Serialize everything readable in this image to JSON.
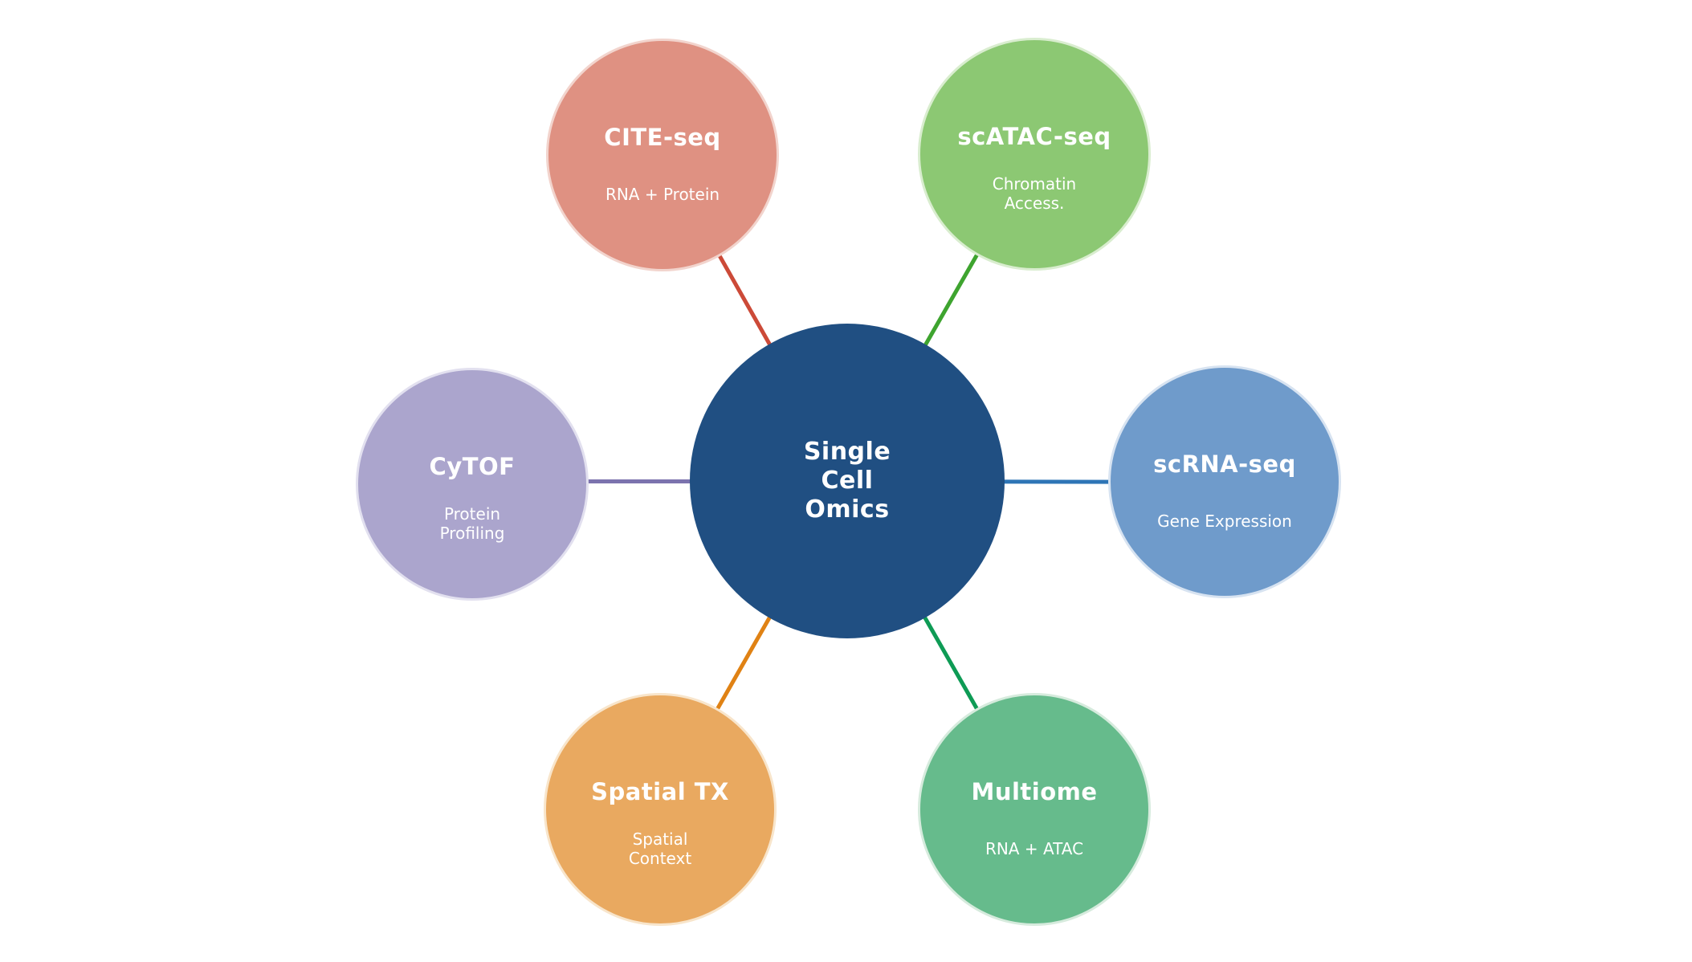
{
  "background": "#ffffff",
  "hub": {
    "title": "Single\nCell\nOmics",
    "fill": "#204f82",
    "text_color": "#ffffff"
  },
  "nodes": [
    {
      "id": "cite-seq",
      "title": "CITE-seq",
      "subtitle": "RNA + Protein",
      "fill": "#df9182",
      "rim": "#f2d4cd",
      "connector": "#cc4a38"
    },
    {
      "id": "scatac-seq",
      "title": "scATAC-seq",
      "subtitle": "Chromatin\nAccess.",
      "fill": "#8cc873",
      "rim": "#d9edcf",
      "connector": "#3ea42f"
    },
    {
      "id": "scrna-seq",
      "title": "scRNA-seq",
      "subtitle": "Gene Expression",
      "fill": "#6f9bcb",
      "rim": "#d7e3f1",
      "connector": "#2e75b6"
    },
    {
      "id": "multiome",
      "title": "Multiome",
      "subtitle": "RNA + ATAC",
      "fill": "#66bb8c",
      "rim": "#d6ebdd",
      "connector": "#0e9b55"
    },
    {
      "id": "spatial-tx",
      "title": "Spatial TX",
      "subtitle": "Spatial\nContext",
      "fill": "#e9a960",
      "rim": "#f8e5cb",
      "connector": "#e08214"
    },
    {
      "id": "cytof",
      "title": "CyTOF",
      "subtitle": "Protein\nProfiling",
      "fill": "#aba5cd",
      "rim": "#e2e0ef",
      "connector": "#7c73ae"
    }
  ]
}
